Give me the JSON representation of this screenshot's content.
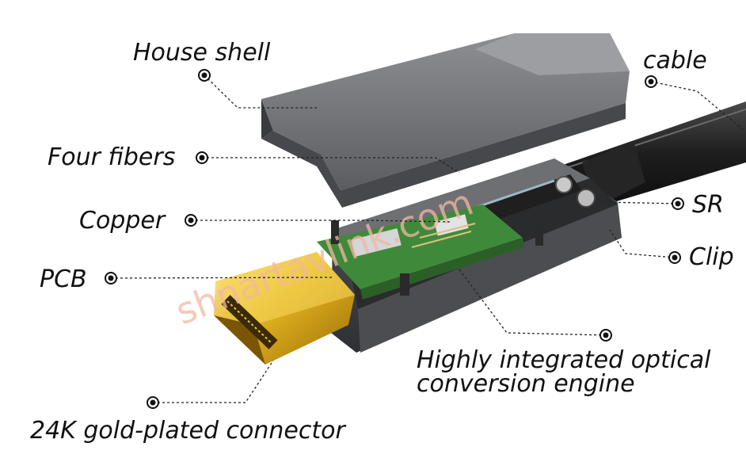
{
  "labels": {
    "house_shell": "House shell",
    "cable": "cable",
    "four_fibers": "Four fibers",
    "sr": "SR",
    "copper": "Copper",
    "clip": "Clip",
    "pcb": "PCB",
    "engine_line1": "Highly integrated optical",
    "engine_line2": "conversion engine",
    "connector": "24K gold-plated connector"
  },
  "watermark": "shnartavlink.com",
  "colors": {
    "gold": "#d9a514",
    "pcb_green": "#3f8a3a",
    "shell_gray": "#6a6c70",
    "shell_dark": "#3b3d40",
    "cable_black": "#1b1b1b",
    "watermark": "#f3b7a2"
  }
}
